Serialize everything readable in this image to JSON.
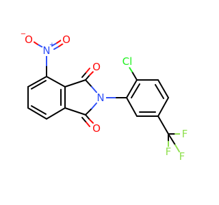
{
  "molecule": {
    "colors": {
      "carbon_bond": "#000000",
      "nitrogen": "#3050F8",
      "oxygen": "#FF0D0D",
      "fluorine": "#90E050",
      "chlorine": "#1FF01F"
    },
    "labels": {
      "nitro_n": "N",
      "nitro_n_charge": "+",
      "nitro_o_minus": "O",
      "nitro_o_minus_charge": "−",
      "nitro_o": "O",
      "imide_o_top": "O",
      "imide_n": "N",
      "imide_o_bottom": "O",
      "chlorine": "Cl",
      "fluorine_1": "F",
      "fluorine_2": "F",
      "fluorine_3": "F"
    }
  }
}
